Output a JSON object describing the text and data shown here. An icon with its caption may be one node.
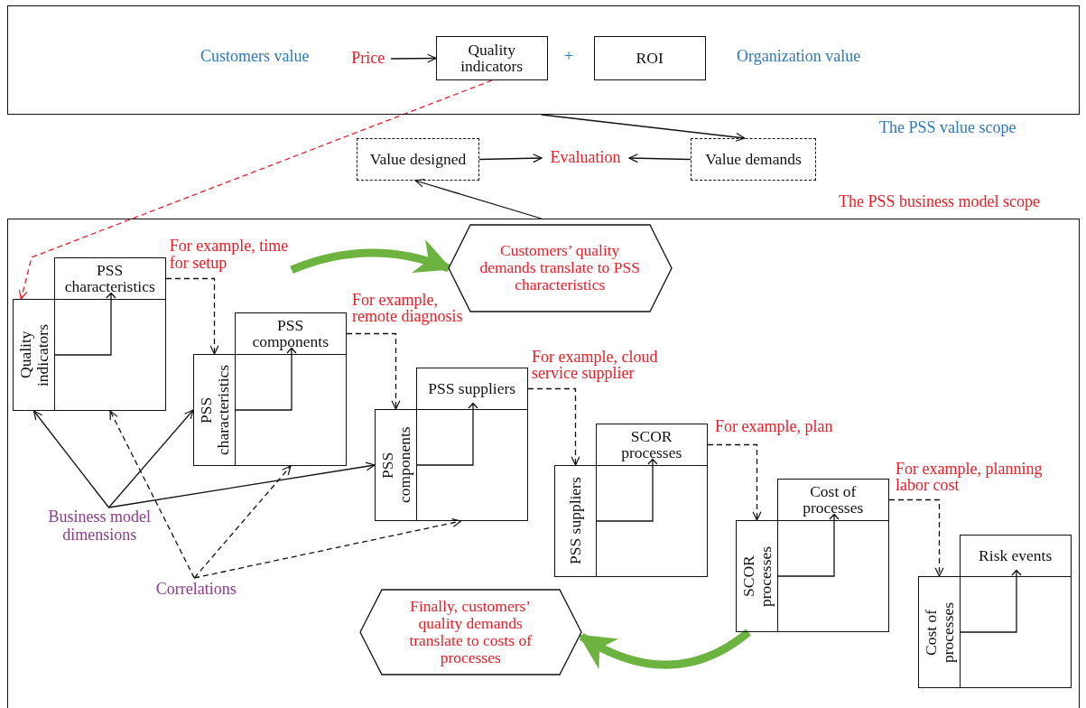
{
  "diagram": {
    "nodes": [
      {
        "text": [
          "The PSS value scope"
        ]
      },
      {
        "text": [
          "Price"
        ],
        "in": 0
      },
      {
        "text": [
          "Quality indicators"
        ],
        "in": 0
      },
      {
        "text": [
          "ROI"
        ],
        "in": 0
      },
      {
        "text": [
          "Value designed"
        ]
      },
      {
        "text": [
          "Evaluation"
        ]
      },
      {
        "text": [
          "Value demands"
        ]
      },
      {
        "text": [
          "The PSS business model scope"
        ]
      },
      {
        "text": [
          "PSS characteristics"
        ],
        "in": 7
      },
      {
        "text": [
          "Quality indicators"
        ],
        "in": 7
      },
      {
        "text": [],
        "shape": "box",
        "in": 7
      },
      {
        "text": [
          "PSS components"
        ],
        "in": 7
      },
      {
        "text": [
          "PSS characteristics"
        ],
        "in": 7
      },
      {
        "text": [],
        "shape": "box",
        "in": 7
      },
      {
        "text": [
          "PSS suppliers"
        ],
        "in": 7
      },
      {
        "text": [
          "PSS components"
        ],
        "in": 7
      },
      {
        "text": [],
        "shape": "box",
        "in": 7
      },
      {
        "text": [
          "SCOR processes"
        ],
        "in": 7
      },
      {
        "text": [
          "PSS suppliers"
        ],
        "in": 7
      },
      {
        "text": [],
        "shape": "box",
        "in": 7
      },
      {
        "text": [
          "Cost of processes"
        ],
        "in": 7
      },
      {
        "text": [
          "SCOR processes"
        ],
        "in": 7
      },
      {
        "text": [],
        "shape": "box",
        "in": 7
      },
      {
        "text": [
          "Risk events"
        ],
        "in": 7
      },
      {
        "text": [
          "Cost of processes"
        ],
        "in": 7
      },
      {
        "text": [],
        "shape": "box",
        "in": 7
      },
      {
        "text": [
          "Customers’ quality demands translate to PSS characteristics"
        ],
        "in": 7
      },
      {
        "text": [
          "Finally, customers’ quality demands translate to costs of processes"
        ],
        "in": 7
      },
      {
        "text": [
          "Business model dimensions"
        ],
        "in": 7
      },
      {
        "text": [
          "Correlations"
        ],
        "in": 7
      },
      {
        "text": [
          "For example, time for setup"
        ],
        "in": 7
      }
    ],
    "edges": [
      {
        "from": 1,
        "to": 2,
        "arrow": "to"
      },
      {
        "from": 0,
        "to": 6,
        "arrow": "to"
      },
      {
        "from": 4,
        "to": 5,
        "arrow": "to"
      },
      {
        "from": 6,
        "to": 5,
        "arrow": "to"
      },
      {
        "from": 7,
        "to": 4,
        "arrow": "to"
      },
      {
        "from": 2,
        "to": 9,
        "arrow": "to",
        "style": "dashed",
        "color": "#ed1c24"
      },
      {
        "from": 30,
        "to": 26,
        "arrow": "to",
        "style": "thick",
        "color": "#6cb33f"
      },
      {
        "from": 8,
        "to": 12,
        "arrow": "to",
        "style": "dashed"
      },
      {
        "from": 11,
        "to": 15,
        "arrow": "to",
        "style": "dashed"
      },
      {
        "from": 14,
        "to": 18,
        "arrow": "to",
        "style": "dashed"
      },
      {
        "from": 17,
        "to": 21,
        "arrow": "to",
        "style": "dashed"
      },
      {
        "from": 20,
        "to": 24,
        "arrow": "to",
        "style": "dashed"
      },
      {
        "from": 28,
        "to": 9,
        "arrow": "to"
      },
      {
        "from": 28,
        "to": 12,
        "arrow": "to"
      },
      {
        "from": 28,
        "to": 15,
        "arrow": "to"
      },
      {
        "from": 29,
        "to": 10,
        "arrow": "to",
        "style": "dashed"
      },
      {
        "from": 29,
        "to": 13,
        "arrow": "to",
        "style": "dashed"
      },
      {
        "from": 29,
        "to": 16,
        "arrow": "to",
        "style": "dashed"
      },
      {
        "from": 21,
        "to": 27,
        "arrow": "to",
        "style": "thick",
        "color": "#6cb33f"
      }
    ],
    "labels": [
      "Customers value",
      "+",
      "Organization value",
      "For example, remote diagnosis",
      "For example, cloud service supplier",
      "For example, plan",
      "For example, planning labor cost"
    ]
  }
}
